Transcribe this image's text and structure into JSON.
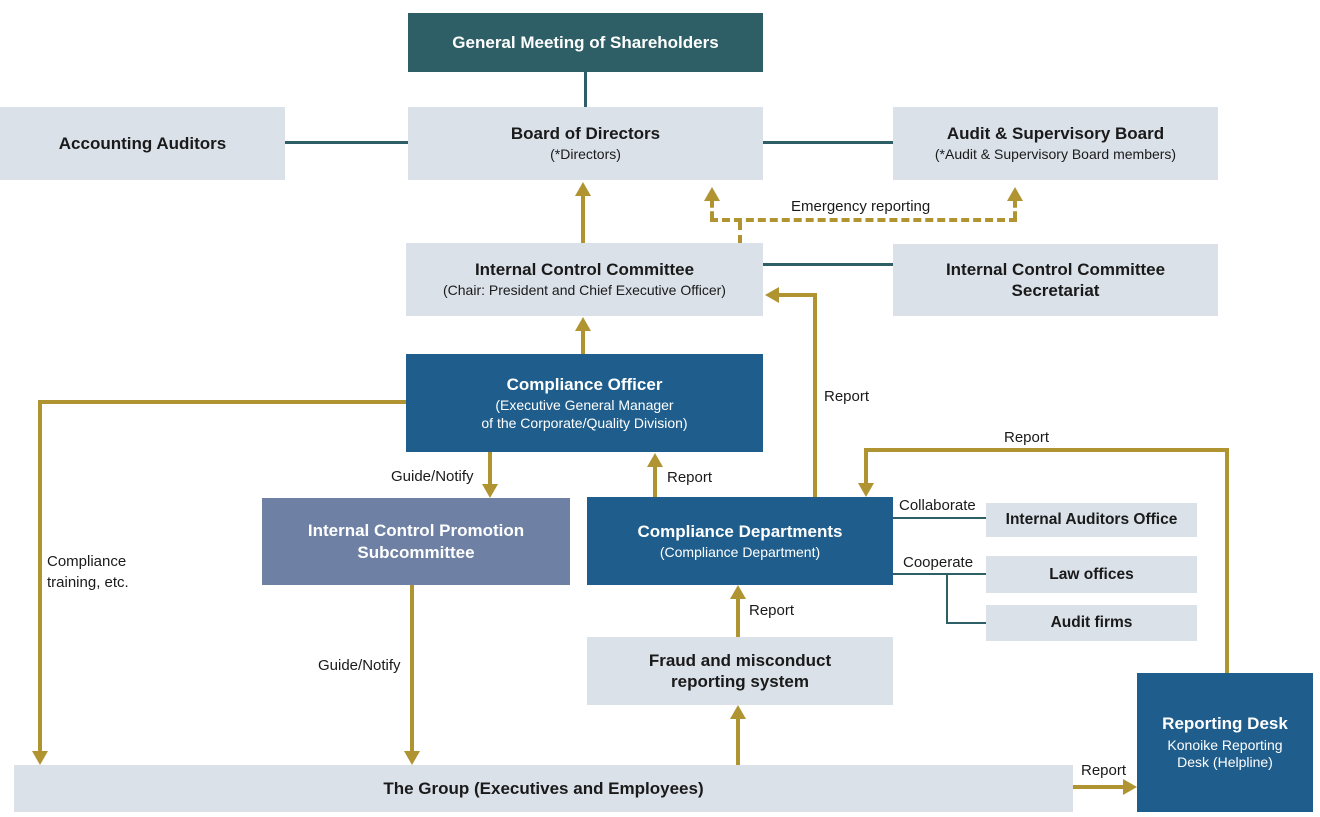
{
  "colors": {
    "teal": "#2e5f66",
    "light_box": "#dae1e9",
    "dark_blue": "#1f5e8c",
    "slate_blue": "#6e81a5",
    "gold": "#b09432",
    "text_dark": "#1a1a1a",
    "white": "#ffffff"
  },
  "boxes": {
    "general_meeting": {
      "title": "General Meeting of Shareholders"
    },
    "board_of_directors": {
      "title": "Board of Directors",
      "note": "(*Directors)"
    },
    "accounting_auditors": {
      "title": "Accounting Auditors"
    },
    "audit_supervisory_board": {
      "title": "Audit & Supervisory Board",
      "note": "(*Audit & Supervisory Board members)"
    },
    "internal_control_committee": {
      "title": "Internal Control Committee",
      "note": "(Chair: President and Chief Executive Officer)"
    },
    "icc_secretariat": {
      "line1": "Internal Control Committee",
      "line2": "Secretariat"
    },
    "compliance_officer": {
      "title": "Compliance Officer",
      "note_line1": "(Executive General Manager",
      "note_line2": "of the Corporate/Quality Division)"
    },
    "internal_control_promotion_subcommittee": {
      "line1": "Internal Control Promotion",
      "line2": "Subcommittee"
    },
    "compliance_departments": {
      "title": "Compliance Departments",
      "note": "(Compliance Department)"
    },
    "internal_auditors_office": {
      "title": "Internal Auditors Office"
    },
    "law_offices": {
      "title": "Law offices"
    },
    "audit_firms": {
      "title": "Audit firms"
    },
    "fraud_reporting_system": {
      "line1": "Fraud and misconduct",
      "line2": "reporting system"
    },
    "reporting_desk": {
      "title": "Reporting Desk",
      "note_line1": "Konoike Reporting",
      "note_line2": "Desk (Helpline)"
    },
    "the_group": {
      "title": "The Group (Executives and Employees)"
    }
  },
  "edge_labels": {
    "emergency_reporting": "Emergency reporting",
    "report_departments_to_icc": "Report",
    "report_departments_to_officer": "Report",
    "report_desk_to_departments": "Report",
    "report_fraud_to_departments": "Report",
    "report_group_to_desk": "Report",
    "guide_notify_officer_to_subcommittee": "Guide/Notify",
    "guide_notify_subcommittee_to_group": "Guide/Notify",
    "collaborate": "Collaborate",
    "cooperate": "Cooperate",
    "compliance_training_line1": "Compliance",
    "compliance_training_line2": "training, etc."
  }
}
